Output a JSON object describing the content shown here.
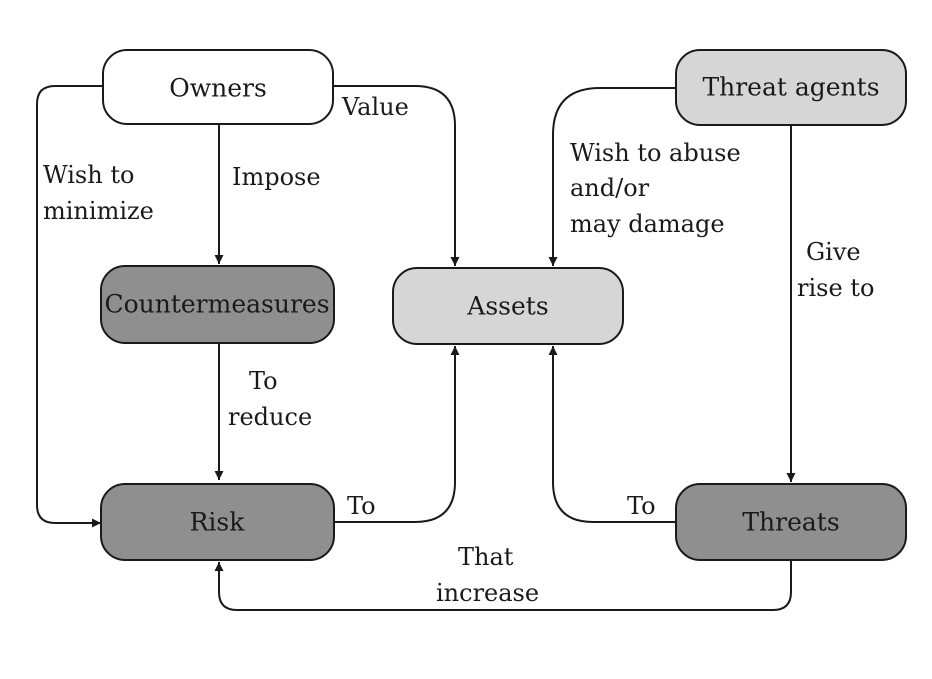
{
  "colors": {
    "white": "#ffffff",
    "light": "#d6d6d6",
    "dark": "#8f8f8f",
    "line": "#1a1a1a"
  },
  "nodes": {
    "owners": "Owners",
    "threat_agents": "Threat agents",
    "countermeasures": "Countermeasures",
    "assets": "Assets",
    "risk": "Risk",
    "threats": "Threats"
  },
  "edges": {
    "value": [
      "Value"
    ],
    "wish_to_minimize": [
      "Wish to",
      "minimize"
    ],
    "impose": [
      "Impose"
    ],
    "wish_to_abuse": [
      "Wish to abuse",
      "and/or",
      "may damage"
    ],
    "give_rise_to": [
      "Give",
      "rise to"
    ],
    "to_reduce": [
      "To",
      "reduce"
    ],
    "risk_to": [
      "To"
    ],
    "threats_to": [
      "To"
    ],
    "that_increase": [
      "That",
      "increase"
    ]
  }
}
